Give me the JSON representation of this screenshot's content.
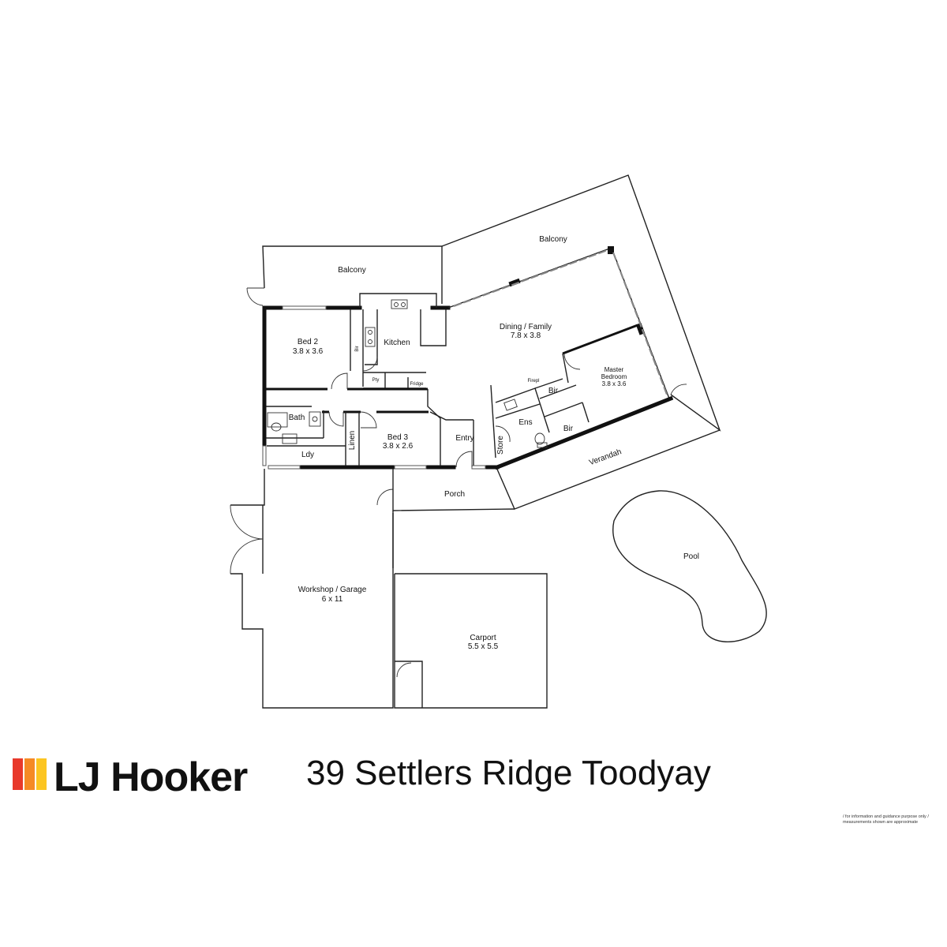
{
  "brand": {
    "name": "LJ Hooker",
    "stripe_colors": [
      "#e8392b",
      "#f58a25",
      "#fcc521"
    ]
  },
  "address": "39 Settlers Ridge Toodyay",
  "disclaimer": {
    "line1": "/ for information and guidance purpose only /",
    "line2": "measurements shown are approximate"
  },
  "rooms": {
    "balcony_west": {
      "name": "Balcony"
    },
    "balcony_north": {
      "name": "Balcony"
    },
    "dining_family": {
      "name": "Dining / Family",
      "size": "7.8 x 3.8"
    },
    "kitchen": {
      "name": "Kitchen"
    },
    "bed2": {
      "name": "Bed 2",
      "size": "3.8 x 3.6"
    },
    "bir_bed2": {
      "name": "Bir"
    },
    "pty": {
      "name": "Pty"
    },
    "fridge": {
      "name": "Fridge"
    },
    "bath": {
      "name": "Bath"
    },
    "linen": {
      "name": "Linen"
    },
    "bed3": {
      "name": "Bed 3",
      "size": "3.8 x 2.6"
    },
    "entry": {
      "name": "Entry"
    },
    "ldy": {
      "name": "Ldy"
    },
    "store": {
      "name": "Store"
    },
    "ens": {
      "name": "Ens"
    },
    "fireplace": {
      "name": "Firepl"
    },
    "bir_master_top": {
      "name": "Bir"
    },
    "bir_master_bottom": {
      "name": "Bir"
    },
    "master": {
      "name_line1": "Master",
      "name_line2": "Bedroom",
      "size": "3.8 x 3.6"
    },
    "verandah": {
      "name": "Verandah"
    },
    "porch": {
      "name": "Porch"
    },
    "pool": {
      "name": "Pool"
    },
    "workshop": {
      "name": "Workshop / Garage",
      "size": "6 x 11"
    },
    "carport": {
      "name": "Carport",
      "size": "5.5 x 5.5"
    }
  }
}
